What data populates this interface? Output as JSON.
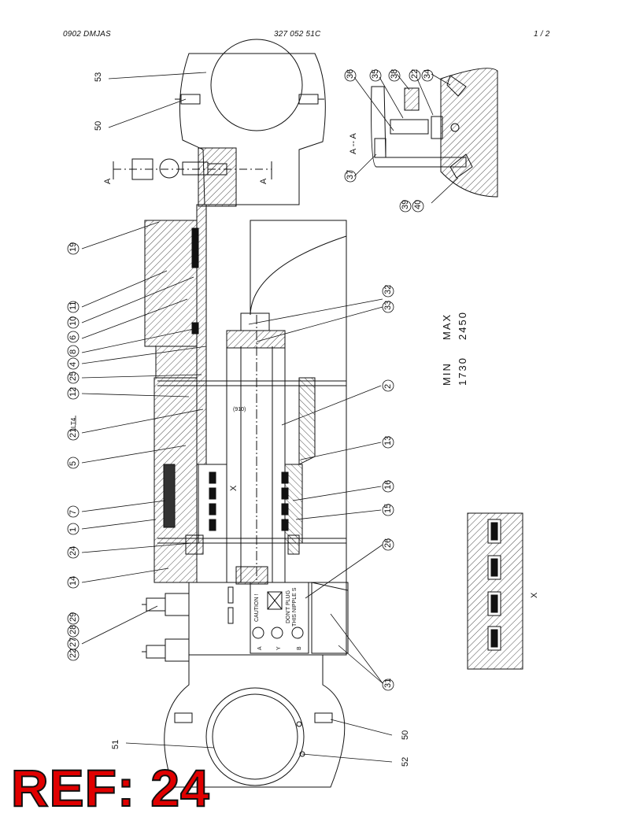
{
  "header": {
    "left": "0902 DMJAS",
    "center": "327 052 51C",
    "right": "1 /  2"
  },
  "section": {
    "label_a": "A",
    "label_aa": "A -- A",
    "label_x": "X",
    "label_lt4": "LT4"
  },
  "stroke": {
    "min_label": "MIN",
    "min_value": "1730",
    "max_label": "MAX",
    "max_value": "2450"
  },
  "bore_label": "(910)",
  "caution_plate": {
    "title": "CAUTION !",
    "line1": "DON'T PLUG",
    "line2": "THIS NIPPLE S",
    "port_a": "A",
    "port_y": "Y",
    "port_b": "B"
  },
  "part_numbers": {
    "p53": "53",
    "p50a": "50",
    "p50b": "50",
    "p51": "51",
    "p52": "52",
    "p19": "19",
    "p11": "11",
    "p10": "10",
    "p6": "6",
    "p8": "8",
    "p4": "4",
    "p25": "25",
    "p12": "12",
    "p21": "21",
    "p5": "5",
    "p7": "7",
    "p1": "1",
    "p24": "24",
    "p14": "14",
    "p29": "29",
    "p28": "28",
    "p27": "27",
    "p22a": "22",
    "p36a": "36",
    "p35": "35",
    "p38": "38",
    "p22b": "22",
    "p34": "34",
    "p37": "37",
    "p39": "39",
    "p40": "40",
    "p32": "32",
    "p33": "33",
    "p2": "2",
    "p13": "13",
    "p16": "16",
    "p15": "15",
    "p26": "26",
    "p31": "31"
  },
  "reference": "REF: 24"
}
